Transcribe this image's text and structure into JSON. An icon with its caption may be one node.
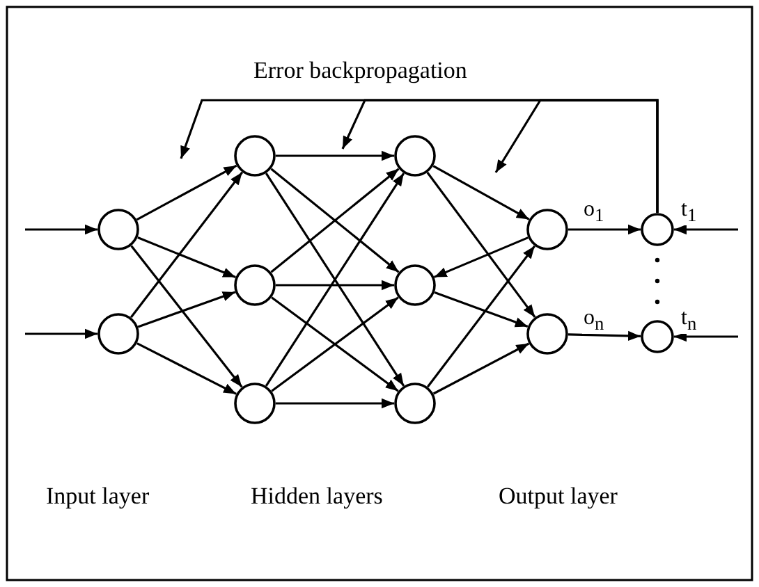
{
  "diagram": {
    "nodes": [
      {
        "text": [],
        "shape": "circle"
      },
      {
        "text": [],
        "shape": "circle"
      },
      {
        "text": [],
        "shape": "circle"
      },
      {
        "text": [],
        "shape": "circle"
      },
      {
        "text": [],
        "shape": "circle"
      },
      {
        "text": [],
        "shape": "circle"
      },
      {
        "text": [],
        "shape": "circle"
      },
      {
        "text": [],
        "shape": "circle"
      },
      {
        "text": [],
        "shape": "circle"
      },
      {
        "text": [],
        "shape": "circle"
      },
      {
        "text": [],
        "shape": "circle"
      },
      {
        "text": [],
        "shape": "circle"
      }
    ],
    "edges": [
      {
        "from": null,
        "to": 0,
        "arrow": "to"
      },
      {
        "from": null,
        "to": 1,
        "arrow": "to"
      },
      {
        "from": 0,
        "to": 2,
        "arrow": "to"
      },
      {
        "from": 0,
        "to": 3,
        "arrow": "to"
      },
      {
        "from": 0,
        "to": 4,
        "arrow": "to"
      },
      {
        "from": 1,
        "to": 2,
        "arrow": "to"
      },
      {
        "from": 1,
        "to": 3,
        "arrow": "to"
      },
      {
        "from": 1,
        "to": 4,
        "arrow": "to"
      },
      {
        "from": 2,
        "to": 5,
        "arrow": "to"
      },
      {
        "from": 2,
        "to": 6,
        "arrow": "to"
      },
      {
        "from": 2,
        "to": 7,
        "arrow": "to"
      },
      {
        "from": 3,
        "to": 5,
        "arrow": "to"
      },
      {
        "from": 3,
        "to": 6,
        "arrow": "to"
      },
      {
        "from": 3,
        "to": 7,
        "arrow": "to"
      },
      {
        "from": 4,
        "to": 5,
        "arrow": "to"
      },
      {
        "from": 4,
        "to": 6,
        "arrow": "to"
      },
      {
        "from": 4,
        "to": 7,
        "arrow": "to"
      },
      {
        "from": 5,
        "to": 8,
        "arrow": "to"
      },
      {
        "from": 5,
        "to": 9,
        "arrow": "to"
      },
      {
        "from": 8,
        "to": 6,
        "arrow": "to"
      },
      {
        "from": 6,
        "to": 9,
        "arrow": "to"
      },
      {
        "from": 7,
        "to": 8,
        "arrow": "to"
      },
      {
        "from": 7,
        "to": 9,
        "arrow": "to"
      },
      {
        "from": 8,
        "to": 10,
        "arrow": "to",
        "label": "o$_{1}$"
      },
      {
        "from": 9,
        "to": 11,
        "arrow": "to",
        "label": "o$_{n}$"
      },
      {
        "from": null,
        "to": 10,
        "arrow": "to",
        "label": "t$_{1}$"
      },
      {
        "from": null,
        "to": 11,
        "arrow": "to",
        "label": "t$_{n}$"
      },
      {
        "from": 10,
        "to": null,
        "arrow": "to"
      },
      {
        "from": 10,
        "to": null,
        "arrow": "to"
      },
      {
        "from": 10,
        "to": null,
        "arrow": "to"
      }
    ],
    "labels": [
      "Error backpropagation",
      "Input layer",
      "Hidden layers",
      "Output layer"
    ]
  }
}
